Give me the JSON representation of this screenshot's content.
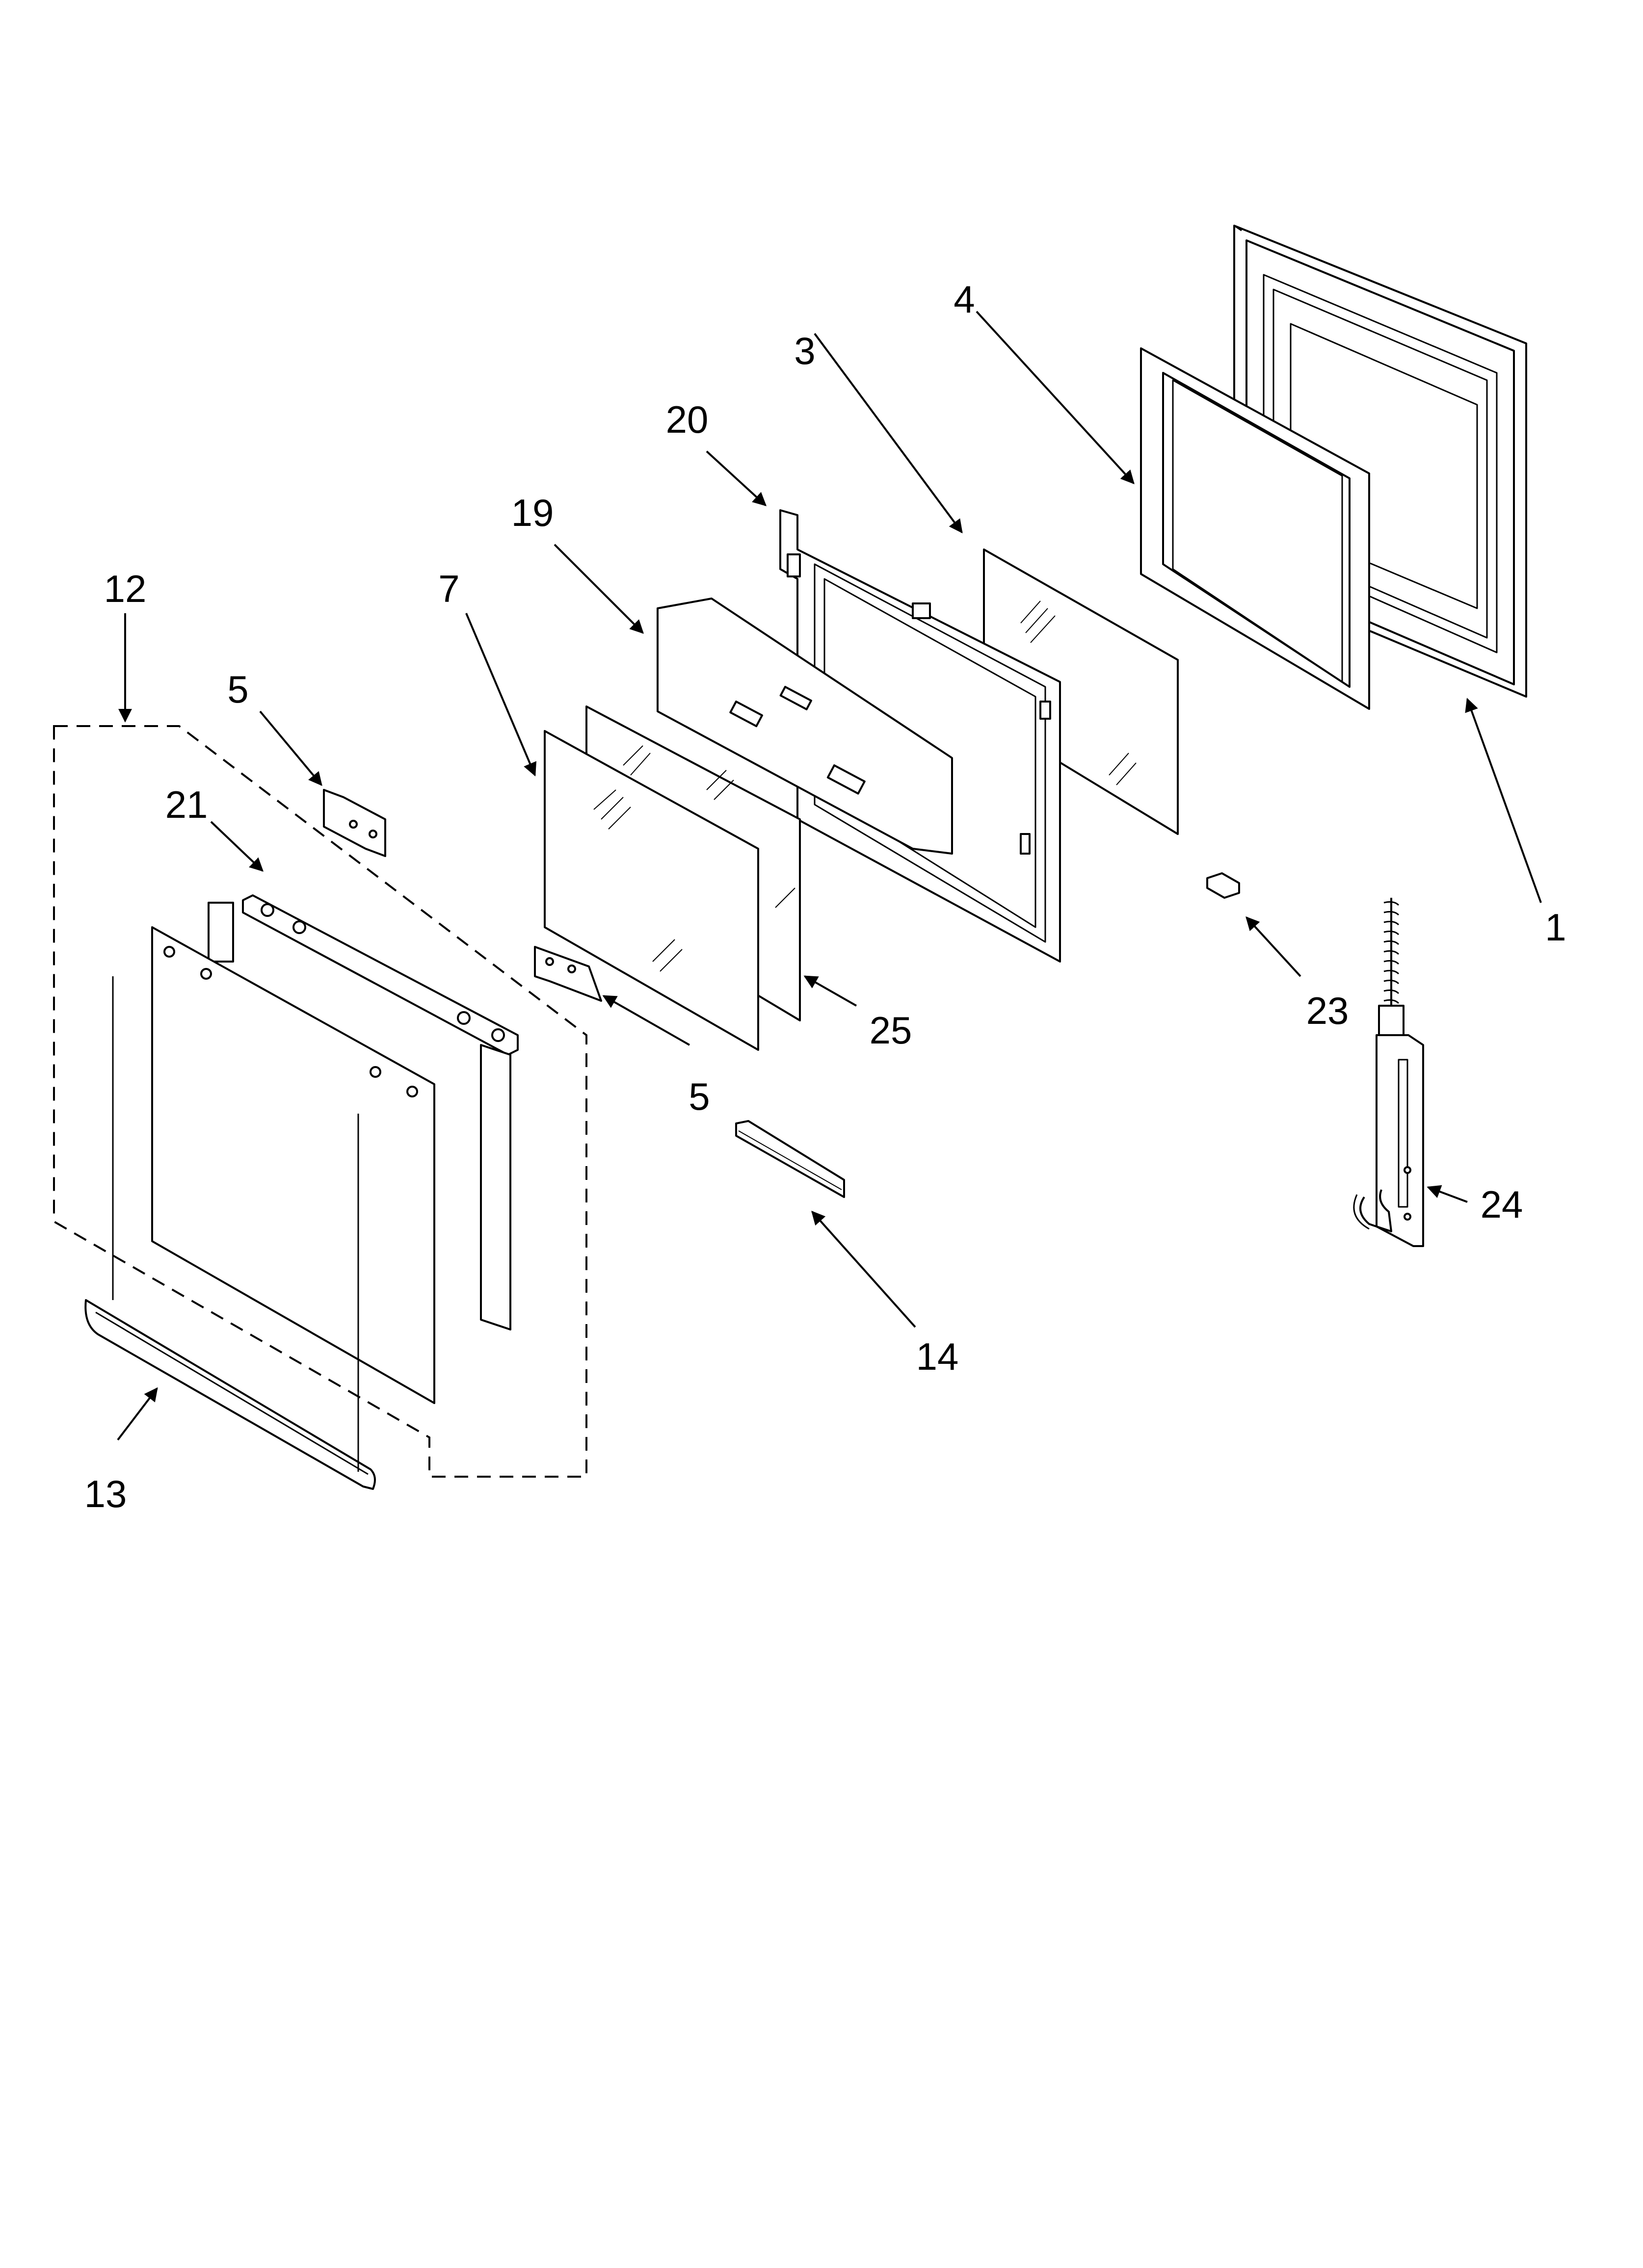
{
  "diagram": {
    "callouts": [
      {
        "id": "12",
        "label": "12"
      },
      {
        "id": "5a",
        "label": "5"
      },
      {
        "id": "21",
        "label": "21"
      },
      {
        "id": "7",
        "label": "7"
      },
      {
        "id": "19",
        "label": "19"
      },
      {
        "id": "20",
        "label": "20"
      },
      {
        "id": "3",
        "label": "3"
      },
      {
        "id": "4",
        "label": "4"
      },
      {
        "id": "1",
        "label": "1"
      },
      {
        "id": "23",
        "label": "23"
      },
      {
        "id": "24",
        "label": "24"
      },
      {
        "id": "25",
        "label": "25"
      },
      {
        "id": "5b",
        "label": "5"
      },
      {
        "id": "14",
        "label": "14"
      },
      {
        "id": "13",
        "label": "13"
      }
    ],
    "line_color": "#000000",
    "background": "#ffffff"
  }
}
